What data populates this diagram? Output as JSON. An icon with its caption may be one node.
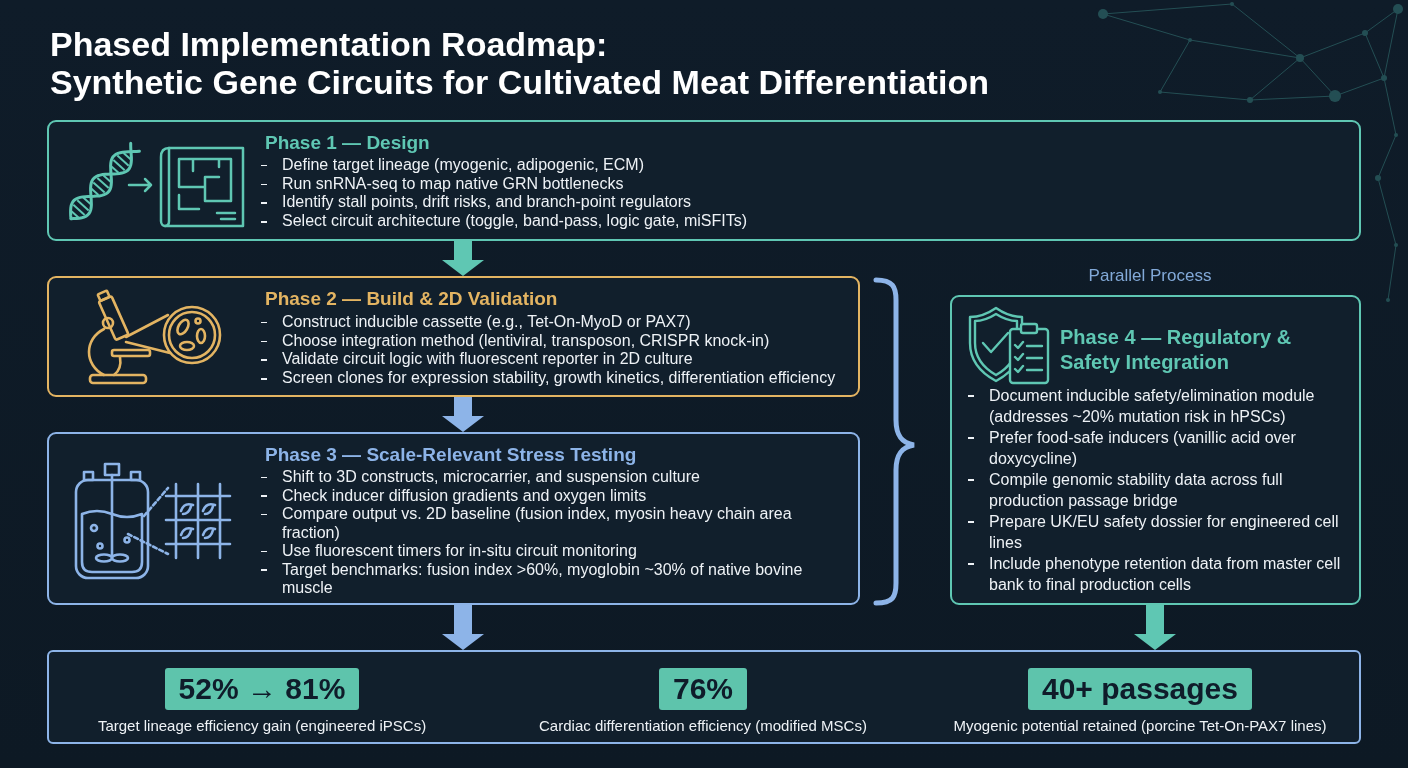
{
  "diagram": {
    "title": "Phased Implementation Roadmap: Synthetic Gene Circuits for Cultivated Meat Differentiation",
    "nodes": [
      {
        "text": [
          "Phase 1 — Design",
          "Define target lineage (myogenic, adipogenic, ECM)",
          "Run snRNA-seq to map native GRN bottlenecks",
          "Identify stall points, drift risks, and branch-point regulators",
          "Select circuit architecture (toggle, band-pass, logic gate, miSFITs)"
        ]
      },
      {
        "text": [
          "Phase 2 — Build & 2D Validation",
          "Construct inducible cassette (e.g., Tet-On-MyoD or PAX7)",
          "Choose integration method (lentiviral, transposon, CRISPR knock-in)",
          "Validate circuit logic with fluorescent reporter in 2D culture",
          "Screen clones for expression stability, growth kinetics, differentiation efficiency"
        ]
      },
      {
        "text": [
          "Phase 3 — Scale-Relevant Stress Testing",
          "Shift to 3D constructs, microcarrier, and suspension culture",
          "Check inducer diffusion gradients and oxygen limits",
          "Compare output vs. 2D baseline (fusion index, myosin heavy chain area fraction)",
          "Use fluorescent timers for in-situ circuit monitoring",
          "Target benchmarks: fusion index >60%, myoglobin ~30% of native bovine muscle"
        ]
      },
      {
        "text": [
          "Phase 4 — Regulatory & Safety Integration",
          "Document inducible safety/elimination module (addresses ~20% mutation risk in hPSCs)",
          "Prefer food-safe inducers (vanillic acid over doxycycline)",
          "Compile genomic stability data across full production passage bridge",
          "Prepare UK/EU safety dossier for engineered cell lines",
          "Include phenotype retention data from master cell bank to final production cells"
        ],
        "beside": [
          "Parallel Process"
        ]
      },
      {
        "text": [],
        "shape": "box"
      },
      {
        "text": [
          "52% → 81%"
        ],
        "in": 4,
        "beside": [
          "Target lineage efficiency gain (engineered iPSCs)"
        ]
      },
      {
        "text": [
          "76%"
        ],
        "in": 4,
        "beside": [
          "Cardiac differentiation efficiency (modified MSCs)"
        ]
      },
      {
        "text": [
          "40+ passages"
        ],
        "in": 4,
        "beside": [
          "Myogenic potential retained (porcine Tet-On-PAX7 lines)"
        ]
      }
    ],
    "edges": [
      {
        "from": 0,
        "to": 1,
        "arrow": "to",
        "color": "#5fc7b3"
      },
      {
        "from": 1,
        "to": 2,
        "arrow": "to",
        "color": "#8db4e8"
      },
      {
        "from": 2,
        "to": 4,
        "arrow": "to",
        "color": "#8db4e8"
      },
      {
        "from": 3,
        "to": 4,
        "arrow": "to",
        "color": "#5fc7b3"
      }
    ]
  }
}
